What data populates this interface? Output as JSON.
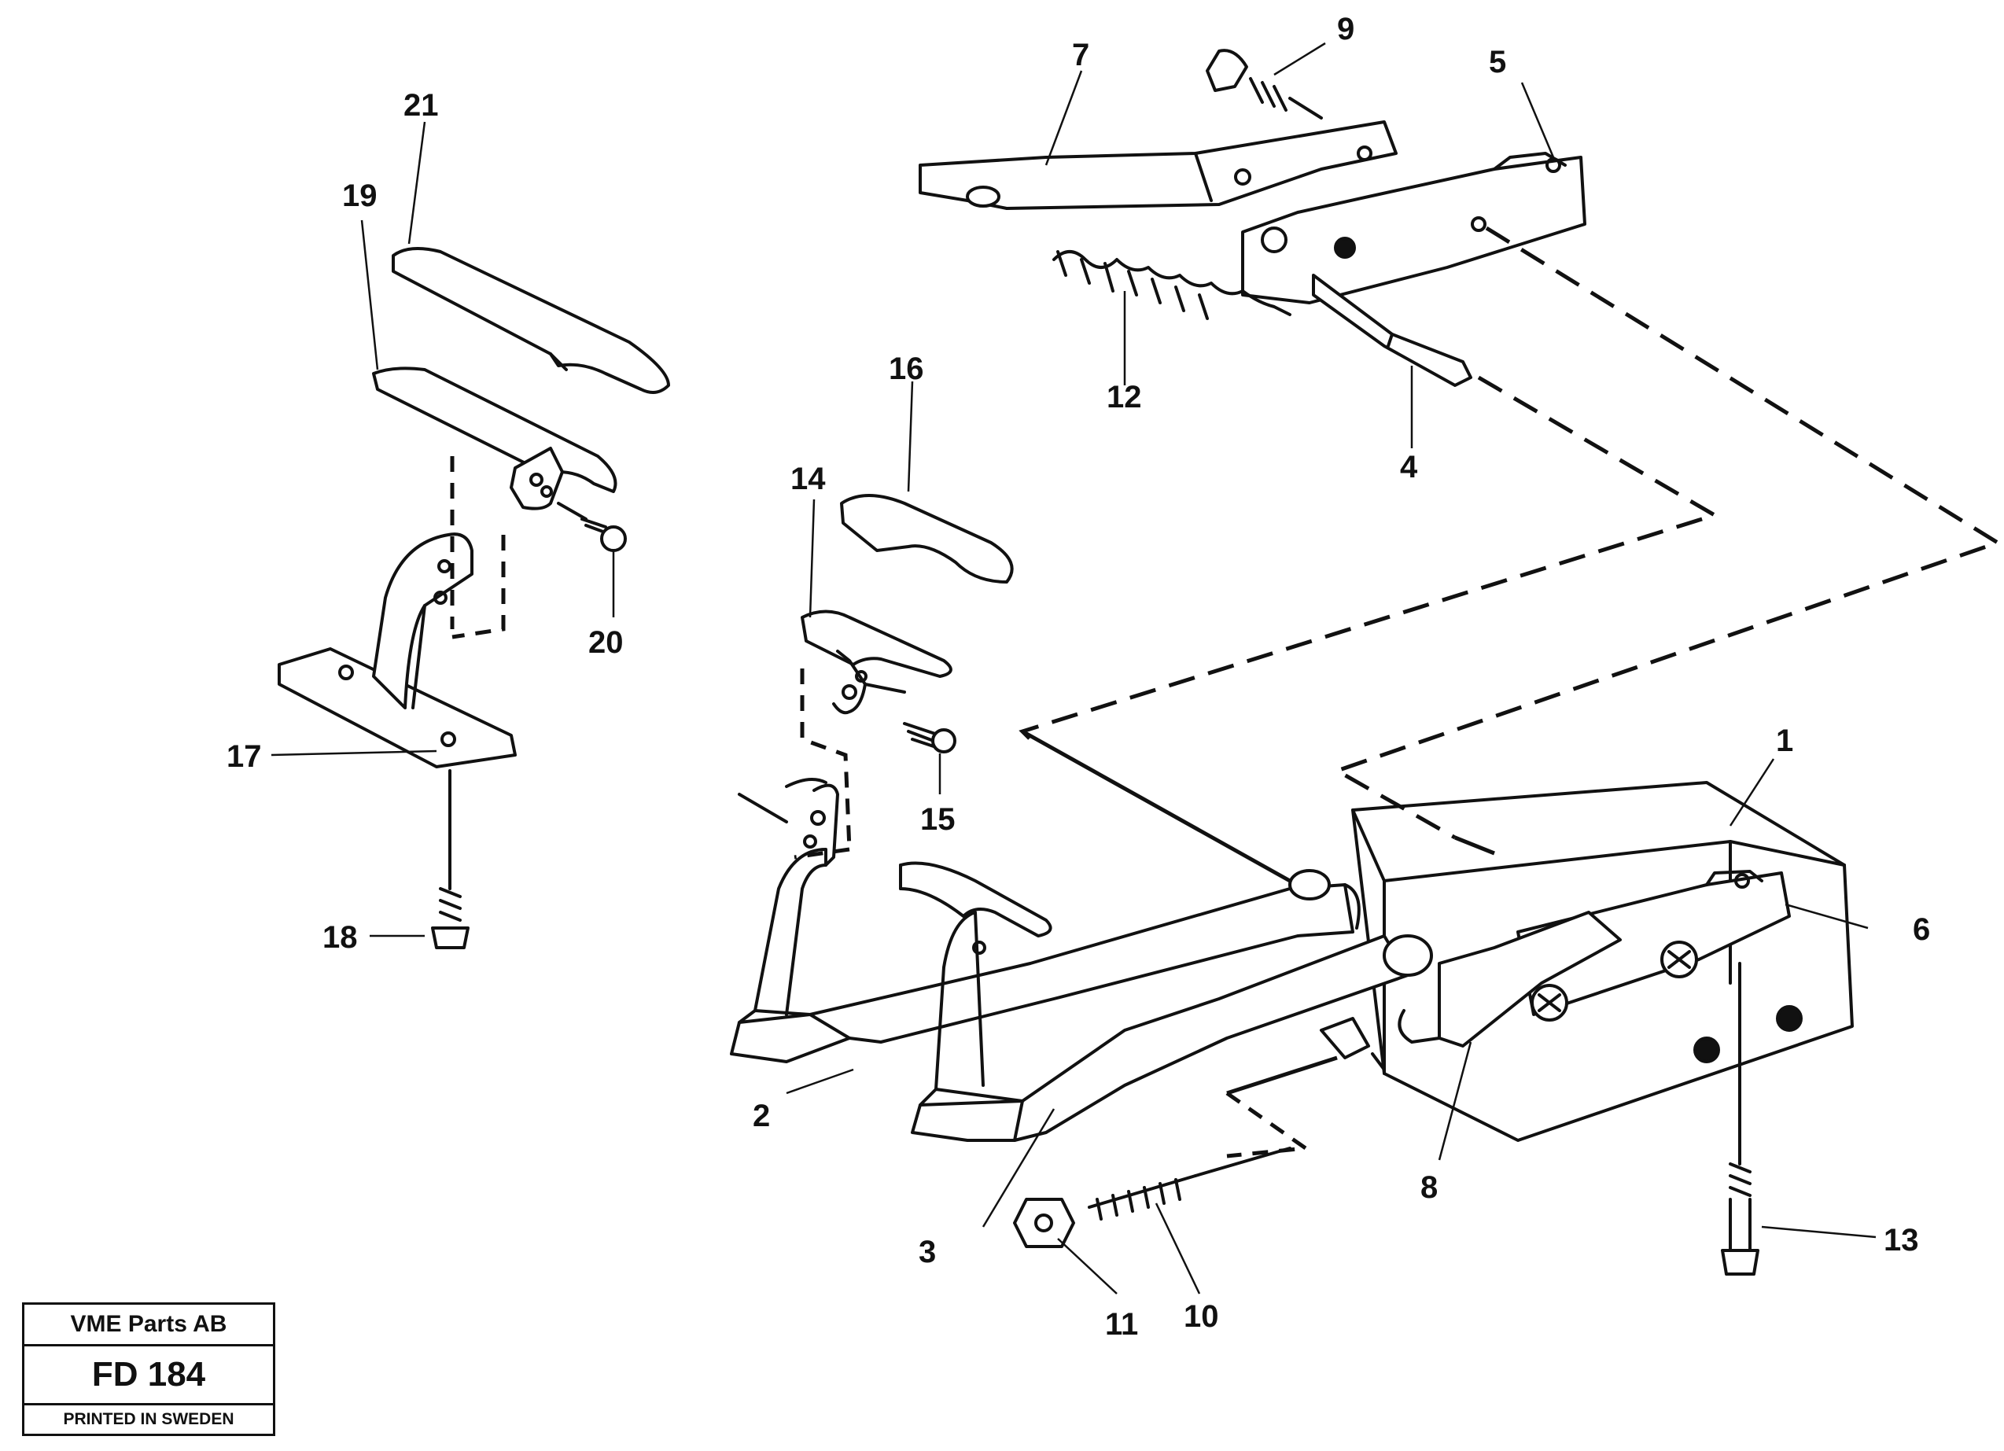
{
  "callouts": {
    "c1": "1",
    "c2": "2",
    "c3": "3",
    "c4": "4",
    "c5": "5",
    "c6": "6",
    "c7": "7",
    "c8": "8",
    "c9": "9",
    "c10": "10",
    "c11": "11",
    "c12": "12",
    "c13": "13",
    "c14": "14",
    "c15": "15",
    "c16": "16",
    "c17": "17",
    "c18": "18",
    "c19": "19",
    "c20": "20",
    "c21": "21"
  },
  "title_block": {
    "company": "VME Parts AB",
    "code": "FD 184",
    "printed": "PRINTED IN SWEDEN"
  },
  "colors": {
    "ink": "#111111",
    "background": "#ffffff"
  }
}
